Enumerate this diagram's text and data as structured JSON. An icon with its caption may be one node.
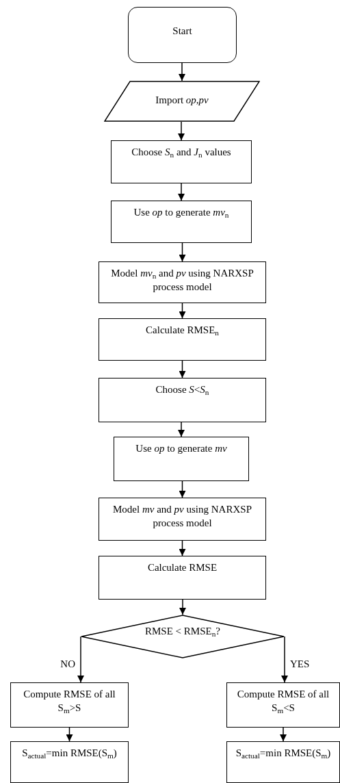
{
  "diagram": {
    "nodes": [
      {
        "text": [
          "Start"
        ]
      },
      {
        "text": [
          "Import *op,pv*"
        ]
      },
      {
        "text": [
          "Choose *S*$_{n}$ and *J*$_{n}$ values"
        ]
      },
      {
        "text": [
          "Use *op* to generate *mv*$_{n}$"
        ]
      },
      {
        "text": [
          "Model *mv*$_{n}$ and *pv* using NARXSP process model"
        ]
      },
      {
        "text": [
          "Calculate RMSE$_{n}$"
        ]
      },
      {
        "text": [
          "Choose *S*<*S*$_{n}$"
        ]
      },
      {
        "text": [
          "Use *op* to generate *mv*"
        ]
      },
      {
        "text": [
          "Model *mv* and *pv* using NARXSP process model"
        ]
      },
      {
        "text": [
          "Calculate RMSE"
        ]
      },
      {
        "text": [
          "RMSE < RMSE$_{n}$?"
        ]
      },
      {
        "text": [
          "Compute RMSE of all S$_{m}$>S"
        ]
      },
      {
        "text": [
          "Compute RMSE of all S$_{m}$<S"
        ]
      },
      {
        "text": [
          "S$_{actual}$=min RMSE(S$_{m}$)"
        ]
      },
      {
        "text": [
          "S$_{actual}$=min RMSE(S$_{m}$)"
        ]
      }
    ],
    "edges": [
      {
        "from": 0,
        "to": 1,
        "arrow": "to"
      },
      {
        "from": 1,
        "to": 2,
        "arrow": "to"
      },
      {
        "from": 2,
        "to": 3,
        "arrow": "to"
      },
      {
        "from": 3,
        "to": 4,
        "arrow": "to"
      },
      {
        "from": 4,
        "to": 5,
        "arrow": "to"
      },
      {
        "from": 5,
        "to": 6,
        "arrow": "to"
      },
      {
        "from": 6,
        "to": 7,
        "arrow": "to"
      },
      {
        "from": 7,
        "to": 8,
        "arrow": "to"
      },
      {
        "from": 8,
        "to": 9,
        "arrow": "to"
      },
      {
        "from": 9,
        "to": 10,
        "arrow": "to"
      },
      {
        "from": 10,
        "to": 11,
        "arrow": "to",
        "label": "NO"
      },
      {
        "from": 10,
        "to": 12,
        "arrow": "to",
        "label": "YES"
      },
      {
        "from": 11,
        "to": 13,
        "arrow": "to"
      },
      {
        "from": 12,
        "to": 14,
        "arrow": "to"
      }
    ]
  }
}
